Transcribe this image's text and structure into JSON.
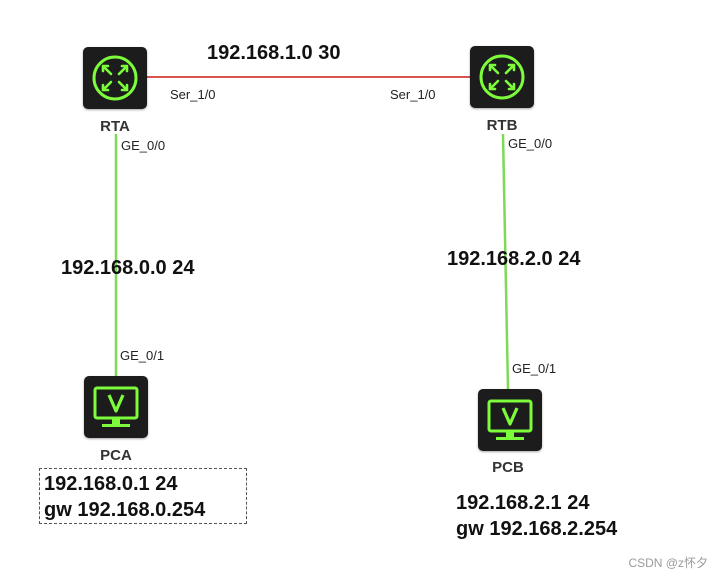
{
  "colors": {
    "serial_link": "#d9534f",
    "ethernet_link": "#7ed957",
    "device_accent": "#7cfc3a",
    "device_body": "#1c1c1c"
  },
  "links": {
    "serial": {
      "network": "192.168.1.0  30",
      "left_interface": "Ser_1/0",
      "right_interface": "Ser_1/0"
    },
    "left_lan": {
      "network": "192.168.0.0 24",
      "top_interface": "GE_0/0",
      "bottom_interface": "GE_0/1"
    },
    "right_lan": {
      "network": "192.168.2.0 24",
      "top_interface": "GE_0/0",
      "bottom_interface": "GE_0/1"
    }
  },
  "devices": {
    "rta": {
      "name": "RTA",
      "icon": "router-icon"
    },
    "rtb": {
      "name": "RTB",
      "icon": "router-icon"
    },
    "pca": {
      "name": "PCA",
      "icon": "monitor-icon"
    },
    "pcb": {
      "name": "PCB",
      "icon": "monitor-icon"
    }
  },
  "configs": {
    "pca": {
      "ip": "192.168.0.1 24",
      "gateway": "gw 192.168.0.254"
    },
    "pcb": {
      "ip": "192.168.2.1 24",
      "gateway": "gw 192.168.2.254"
    }
  },
  "watermark": "CSDN @z怀夕"
}
